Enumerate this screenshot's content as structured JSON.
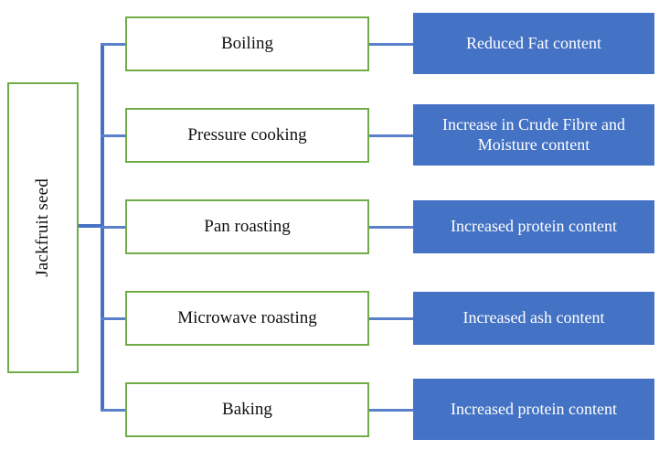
{
  "diagram": {
    "type": "flowchart",
    "orientation": "left-to-right",
    "colors": {
      "process_border": "#70AD47",
      "process_fill": "#FFFFFF",
      "outcome_fill": "#4472C4",
      "outcome_text": "#FFFFFF",
      "connector": "#4472C4",
      "text": "#111111"
    },
    "root": {
      "label": "Jackfruit seed",
      "icon": "vertical-text-node"
    },
    "branches": [
      {
        "process": "Boiling",
        "outcome": "Reduced Fat content"
      },
      {
        "process": "Pressure cooking",
        "outcome": "Increase in Crude Fibre and Moisture content"
      },
      {
        "process": "Pan roasting",
        "outcome": "Increased protein content"
      },
      {
        "process": "Microwave roasting",
        "outcome": "Increased ash content"
      },
      {
        "process": "Baking",
        "outcome": "Increased protein content"
      }
    ]
  }
}
